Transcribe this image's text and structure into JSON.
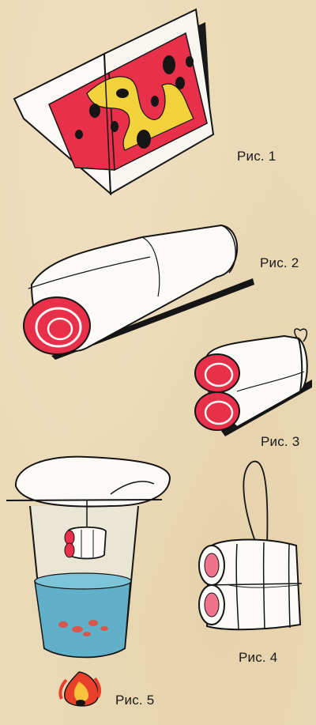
{
  "figures": [
    {
      "label": "Рис. 1"
    },
    {
      "label": "Рис. 2"
    },
    {
      "label": "Рис. 3"
    },
    {
      "label": "Рис. 4"
    },
    {
      "label": "Рис. 5"
    }
  ],
  "colors": {
    "background": "#ead9b6",
    "ink": "#151515",
    "paper": "#fbfaf6",
    "red": "#e8304a",
    "pink": "#f0738c",
    "yellow": "#f4d23c",
    "water": "#5fb0c8",
    "flame": "#e8402a",
    "flame_inner": "#f6c23a"
  }
}
